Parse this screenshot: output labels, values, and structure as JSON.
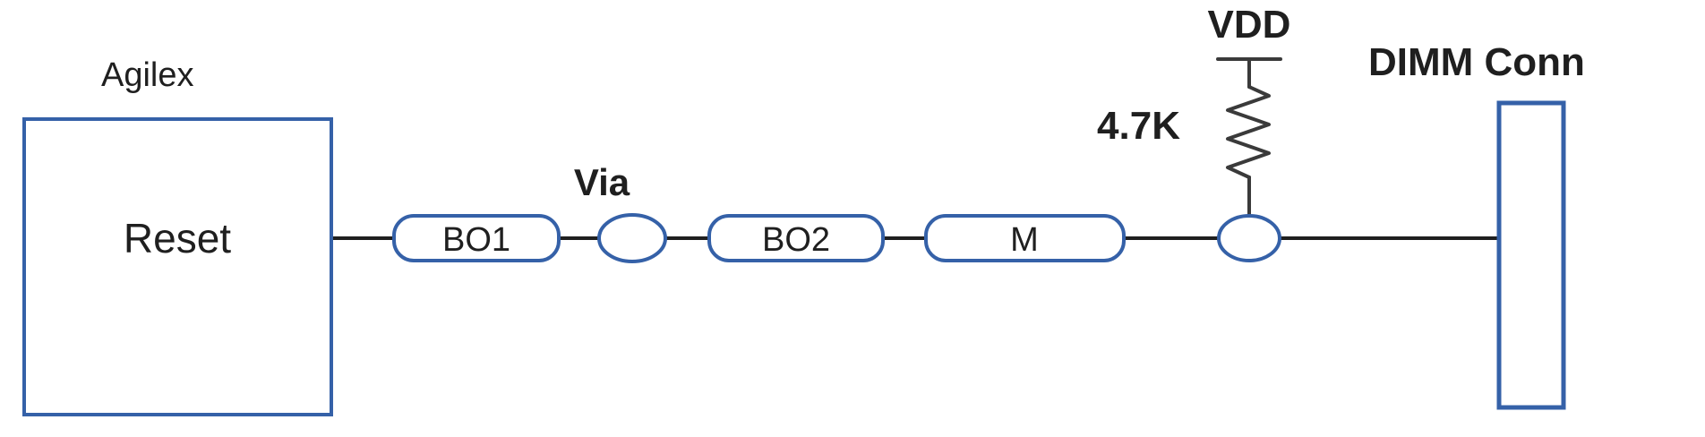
{
  "diagram": {
    "title_hint": "Reset signal routing from Agilex FPGA to DIMM connector with pull-up",
    "fpga_label": "Agilex",
    "fpga_signal": "Reset",
    "segments": [
      {
        "label": "BO1"
      },
      {
        "label": "BO2"
      },
      {
        "label": "M"
      }
    ],
    "via_label": "Via",
    "pullup": {
      "rail": "VDD",
      "value": "4.7K"
    },
    "connector_label": "DIMM Conn",
    "colors": {
      "box_stroke": "#3561a8",
      "wire": "#1f1f1f",
      "resistor": "#3a3a3a",
      "text": "#1f1f1f",
      "background": "#ffffff"
    }
  }
}
